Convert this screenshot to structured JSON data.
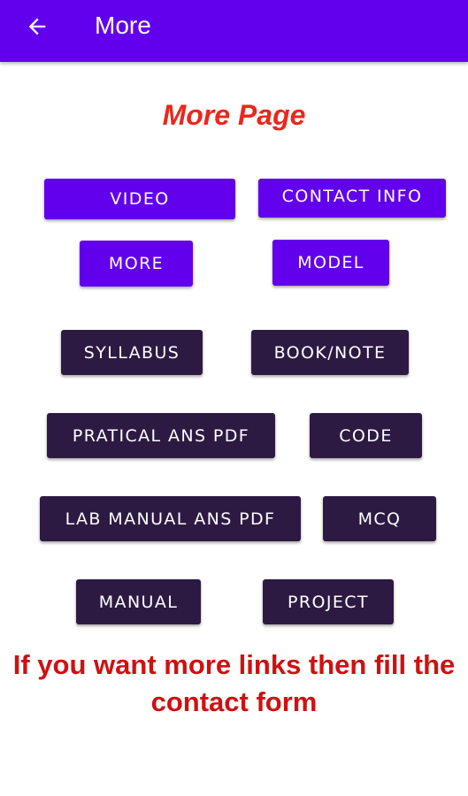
{
  "appbar": {
    "title": "More",
    "back_icon": "arrow-left-icon",
    "color": "#6200ee"
  },
  "heading": {
    "text": "More Page",
    "color": "#e8281e"
  },
  "buttons": {
    "video": "VIDEO",
    "contact_info": "CONTACT INFO",
    "more": "MORE",
    "model": "MODEL",
    "syllabus": "SYLLABUS",
    "book_note": "BOOK/NOTE",
    "pratical_ans_pdf": "PRATICAL ANS PDF",
    "code": "CODE",
    "lab_manual_ans_pdf": "LAB MANUAL ANS PDF",
    "mcq": "MCQ",
    "manual": "MANUAL",
    "project": "PROJECT"
  },
  "colors": {
    "primary_button": "#6200ee",
    "dark_button": "#2d1a43",
    "footer_text": "#d01010"
  },
  "footer": {
    "text": "If you want more links then fill the contact form"
  }
}
